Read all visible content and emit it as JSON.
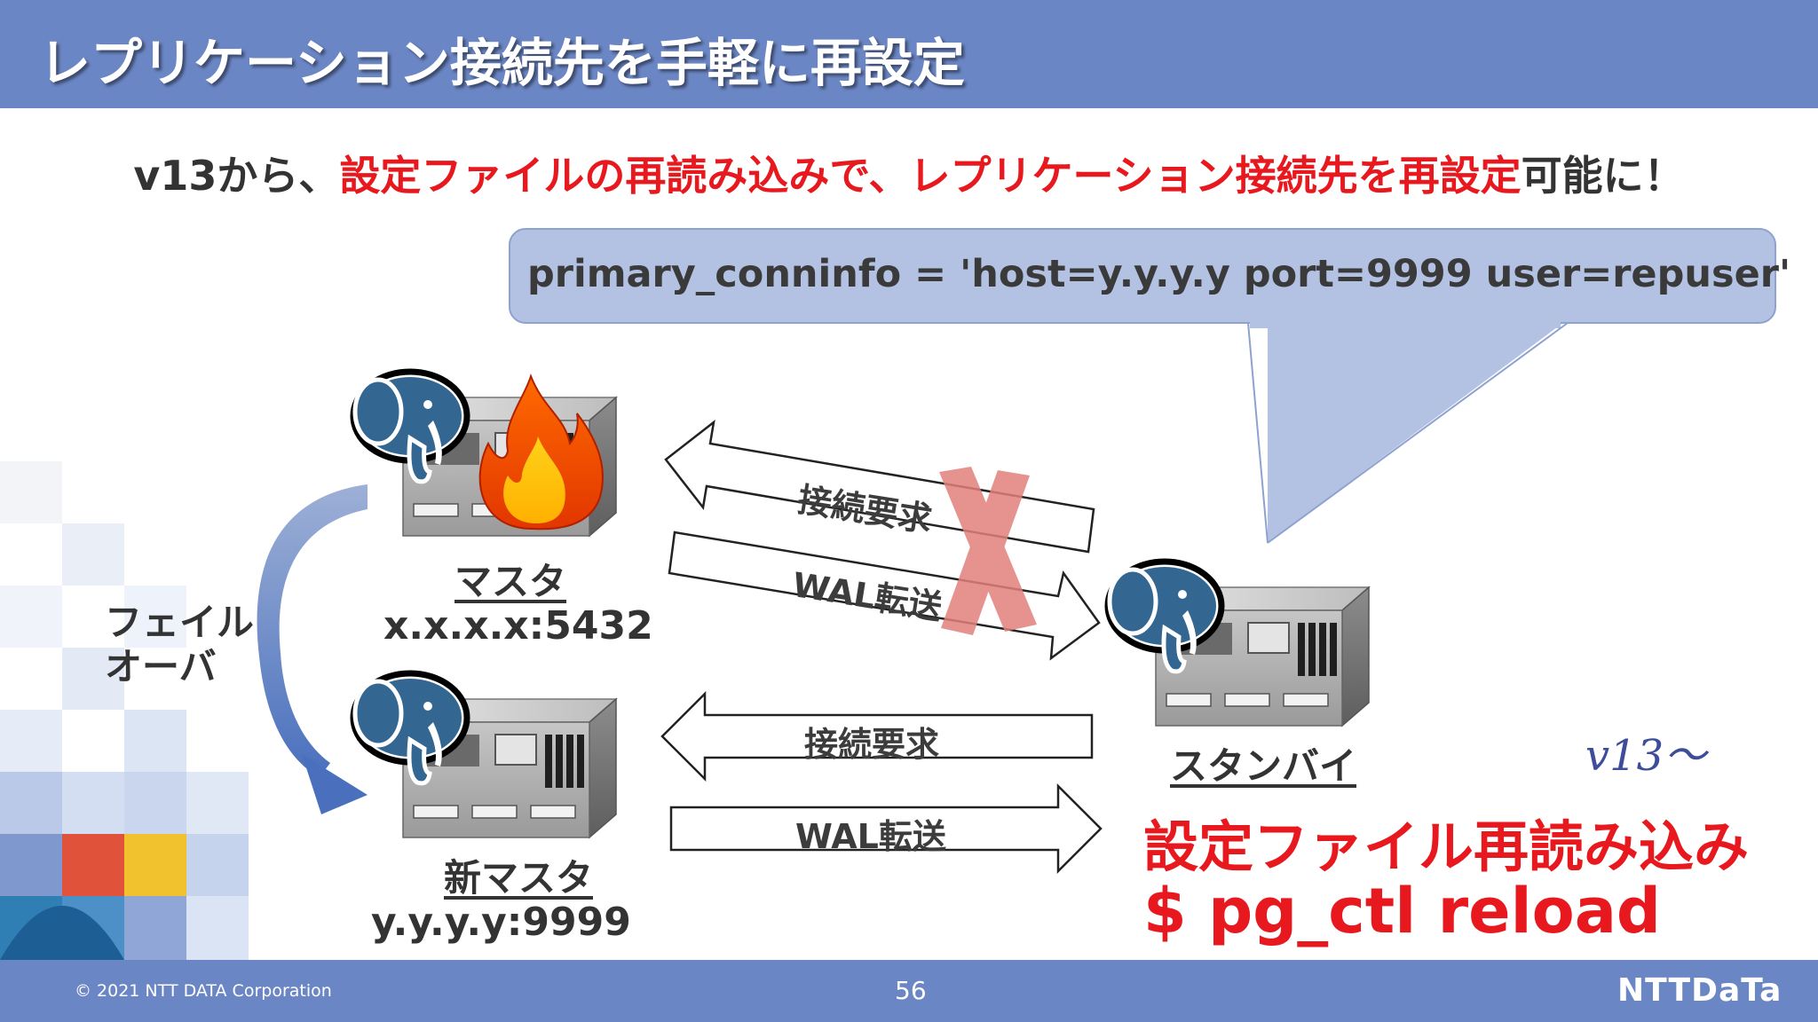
{
  "header": {
    "title": "レプリケーション接続先を手軽に再設定"
  },
  "subtitle": {
    "part1": "v13から、",
    "part2": "設定ファイルの再読み込みで、レプリケーション接続先を再設定",
    "part3": "可能に！"
  },
  "callout": {
    "text": "primary_conninfo = 'host=y.y.y.y port=9999 user=repuser'"
  },
  "diagram": {
    "master_label": "マスタ",
    "master_addr": "x.x.x.x:5432",
    "new_master_label": "新マスタ",
    "new_master_addr": "y.y.y.y:9999",
    "standby_label": "スタンバイ",
    "failover_line1": "フェイル",
    "failover_line2": "オーバ",
    "conn_request_top": "接続要求",
    "wal_transfer_top": "WAL転送",
    "conn_request_bottom": "接続要求",
    "wal_transfer_bottom": "WAL転送"
  },
  "note": {
    "version": "v13〜",
    "reload_title": "設定ファイル再読み込み",
    "reload_cmd": "$ pg_ctl reload"
  },
  "footer": {
    "copyright": "© 2021 NTT DATA Corporation",
    "page": "56",
    "logo": "NTTDaTa"
  },
  "colors": {
    "header_bg": "#6b86c4",
    "accent_red": "#e8191e",
    "callout_fill": "#b3c1e2",
    "elephant_blue": "#336791"
  }
}
